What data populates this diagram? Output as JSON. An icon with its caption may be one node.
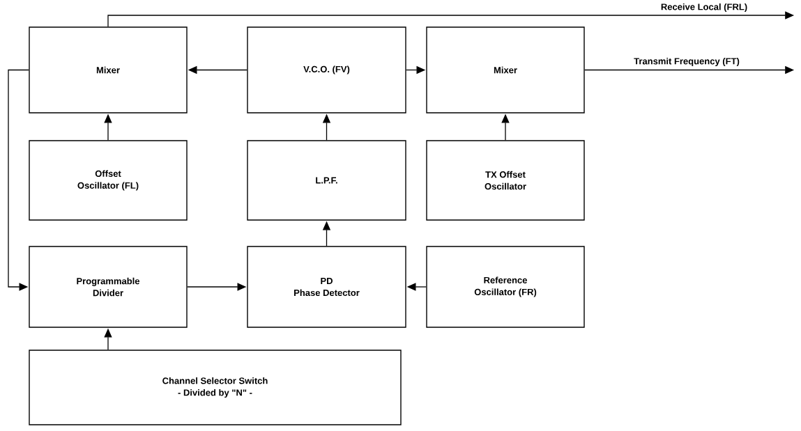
{
  "diagram": {
    "nodes": [
      {
        "text": [
          "Mixer"
        ]
      },
      {
        "text": [
          "V.C.O. (FV)"
        ]
      },
      {
        "text": [
          "Mixer"
        ]
      },
      {
        "text": [
          "Offset Oscillator (FL)"
        ]
      },
      {
        "text": [
          "L.P.F."
        ]
      },
      {
        "text": [
          "TX Offset Oscillator"
        ]
      },
      {
        "text": [
          "Programmable Divider"
        ]
      },
      {
        "text": [
          "PD",
          "Phase Detector"
        ]
      },
      {
        "text": [
          "Reference Oscillator (FR)"
        ]
      },
      {
        "text": [
          "Channel Selector Switch",
          "- Divided by \"N\" -"
        ]
      }
    ],
    "edges": [
      {
        "from": 1,
        "to": 0,
        "arrow": "to"
      },
      {
        "from": 1,
        "to": 2,
        "arrow": "to"
      },
      {
        "from": 3,
        "to": 0,
        "arrow": "to"
      },
      {
        "from": 4,
        "to": 1,
        "arrow": "to"
      },
      {
        "from": 5,
        "to": 2,
        "arrow": "to"
      },
      {
        "from": 7,
        "to": 4,
        "arrow": "to"
      },
      {
        "from": 8,
        "to": 7,
        "arrow": "to"
      },
      {
        "from": 6,
        "to": 7,
        "arrow": "to"
      },
      {
        "from": 9,
        "to": 6,
        "arrow": "to"
      },
      {
        "from": 0,
        "to": 6,
        "arrow": "to"
      },
      {
        "from": 0,
        "to": null,
        "arrow": "to",
        "label": "Receive Local (FRL)"
      },
      {
        "from": 2,
        "to": null,
        "arrow": "to",
        "label": "Transmit Frequency (FT)"
      }
    ]
  }
}
